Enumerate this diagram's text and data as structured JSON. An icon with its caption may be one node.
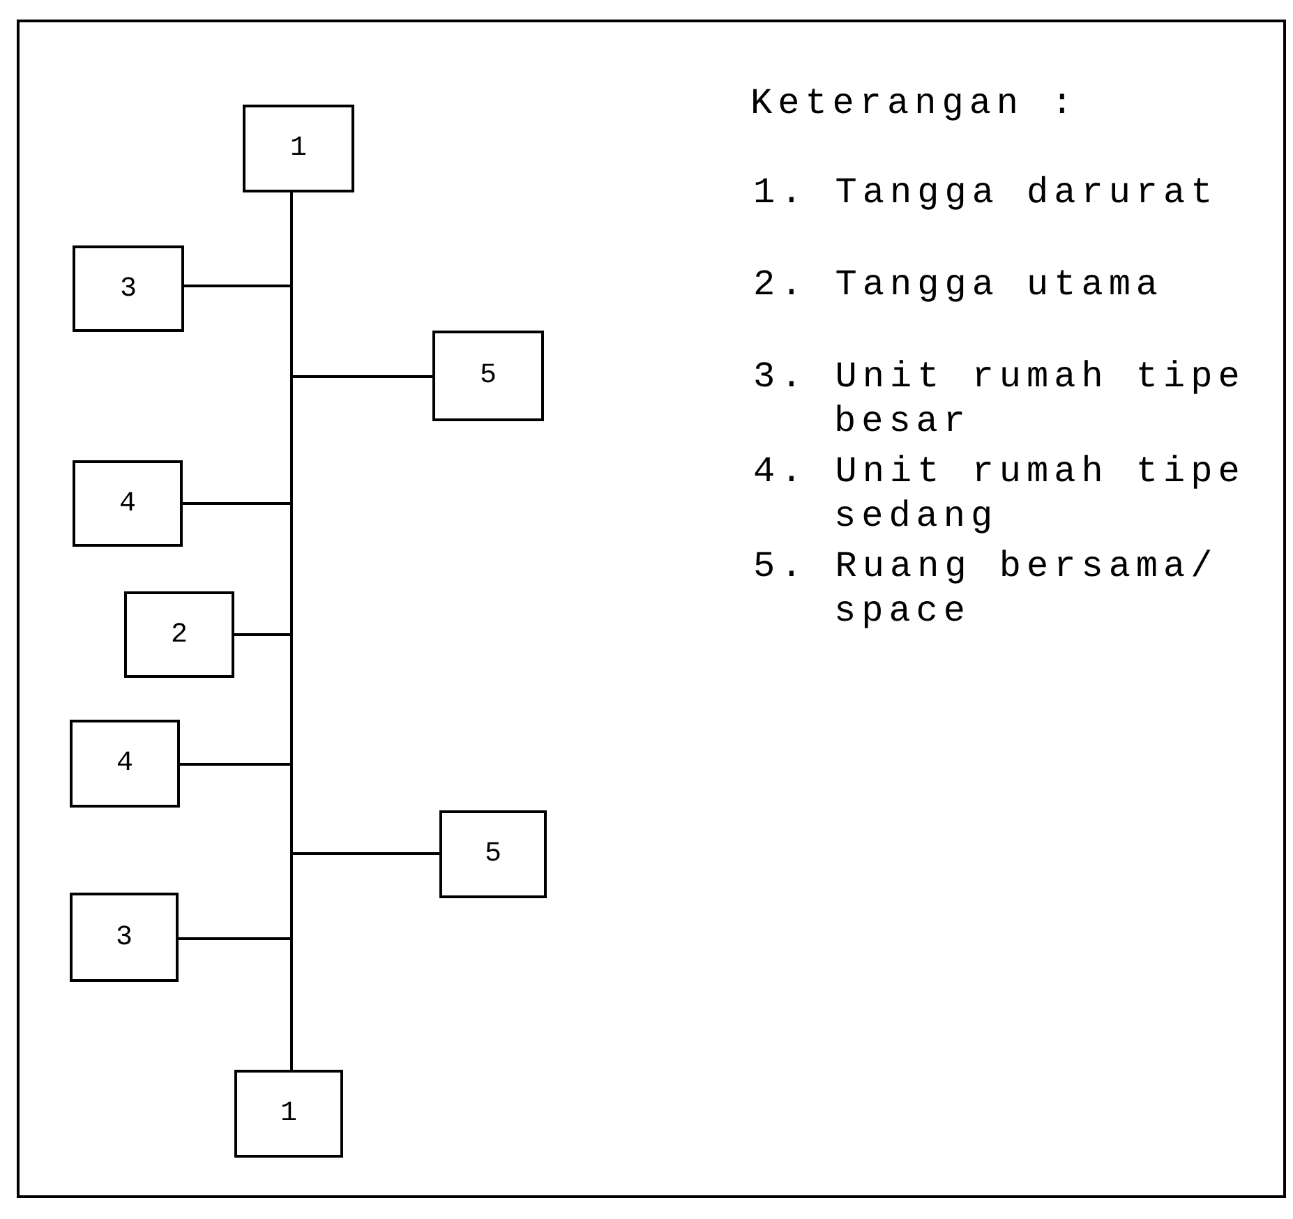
{
  "diagram": {
    "nodes": [
      {
        "text": [
          "1"
        ]
      },
      {
        "text": [
          "3"
        ]
      },
      {
        "text": [
          "5"
        ]
      },
      {
        "text": [
          "4"
        ]
      },
      {
        "text": [
          "2"
        ]
      },
      {
        "text": [
          "4"
        ]
      },
      {
        "text": [
          "5"
        ]
      },
      {
        "text": [
          "3"
        ]
      },
      {
        "text": [
          "1"
        ]
      }
    ],
    "edges": [
      {
        "from": 0,
        "to": 1,
        "arrow": "none"
      },
      {
        "from": 0,
        "to": 2,
        "arrow": "none"
      },
      {
        "from": 0,
        "to": 3,
        "arrow": "none"
      },
      {
        "from": 0,
        "to": 4,
        "arrow": "none"
      },
      {
        "from": 0,
        "to": 5,
        "arrow": "none"
      },
      {
        "from": 0,
        "to": 6,
        "arrow": "none"
      },
      {
        "from": 0,
        "to": 7,
        "arrow": "none"
      },
      {
        "from": 0,
        "to": 8,
        "arrow": "none"
      }
    ],
    "labels": [
      "Keterangan :",
      "1. Tangga darurat",
      "2. Tangga utama",
      "3. Unit rumah tipe besar",
      "4. Unit rumah tipe sedang",
      "5. Ruang bersama/ space"
    ]
  }
}
